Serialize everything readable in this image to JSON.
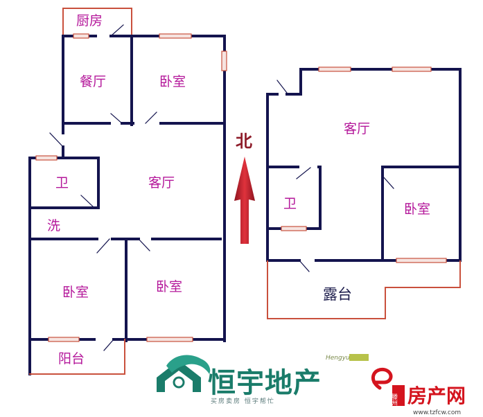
{
  "plan_left": {
    "kitchen": "厨房",
    "dining": "餐厅",
    "bedroom_top": "卧室",
    "bath": "卫",
    "living": "客厅",
    "wash": "洗",
    "bedroom_bottom_left": "卧室",
    "bedroom_bottom_right": "卧室",
    "balcony": "阳台"
  },
  "plan_right": {
    "living": "客厅",
    "bath": "卫",
    "bedroom": "卧室",
    "terrace": "露台"
  },
  "north": {
    "label": "北"
  },
  "brand": {
    "name": "恒宇地产",
    "latin": "Hengyu",
    "slogan": "买房卖房 恒宇帮忙"
  },
  "site": {
    "name": "房产网",
    "city": "滕州",
    "url": "www.tzfcw.com"
  },
  "colors": {
    "wall": "#14144e",
    "window": "#c9503c",
    "label": "#b4179a",
    "arrow": "#c01a28",
    "brand": "#1a7c6a",
    "site": "#d4141e"
  }
}
